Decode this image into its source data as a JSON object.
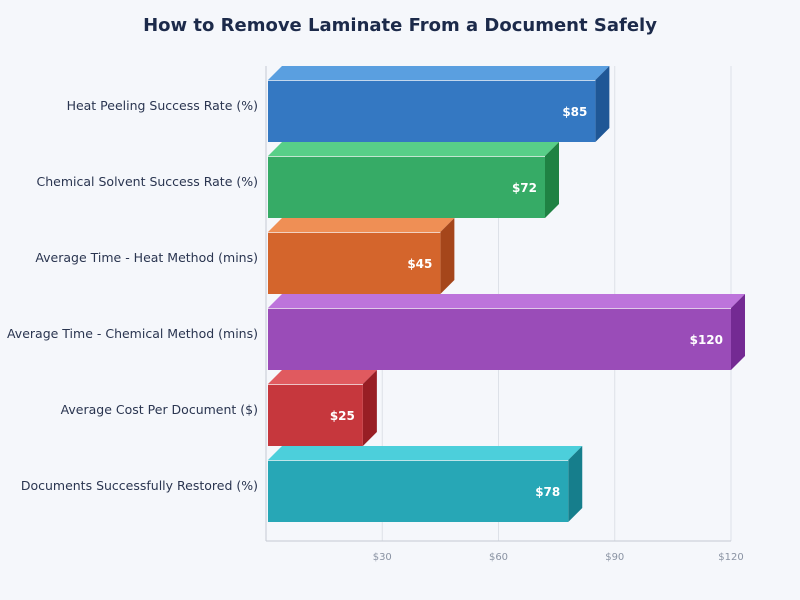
{
  "chart_data": {
    "type": "bar",
    "orientation": "horizontal",
    "style": "3d",
    "title": "How to Remove Laminate From a Document Safely",
    "categories": [
      "Heat Peeling Success Rate (%)",
      "Chemical Solvent Success Rate (%)",
      "Average Time - Heat Method (mins)",
      "Average Time - Chemical Method (mins)",
      "Average Cost Per Document ($)",
      "Documents Successfully Restored (%)"
    ],
    "values": [
      85,
      72,
      45,
      120,
      25,
      78
    ],
    "data_labels": [
      "$85",
      "$72",
      "$45",
      "$120",
      "$25",
      "$78"
    ],
    "colors": [
      "#3478c2",
      "#36ab66",
      "#d4652c",
      "#9a4cb8",
      "#c6373d",
      "#27a7b6"
    ],
    "top_colors": [
      "#5a9fe0",
      "#58cf88",
      "#ef8f55",
      "#bd74db",
      "#e05a5f",
      "#4ccfdb"
    ],
    "side_colors": [
      "#1f5796",
      "#1f8243",
      "#a5461b",
      "#742a93",
      "#981e24",
      "#167e8c"
    ],
    "xticks": [
      30,
      60,
      90,
      120
    ],
    "xtick_labels": [
      "$30",
      "$60",
      "$90",
      "$120"
    ],
    "xlim": [
      0,
      120
    ],
    "xlabel": "",
    "ylabel": "",
    "grid": true
  }
}
